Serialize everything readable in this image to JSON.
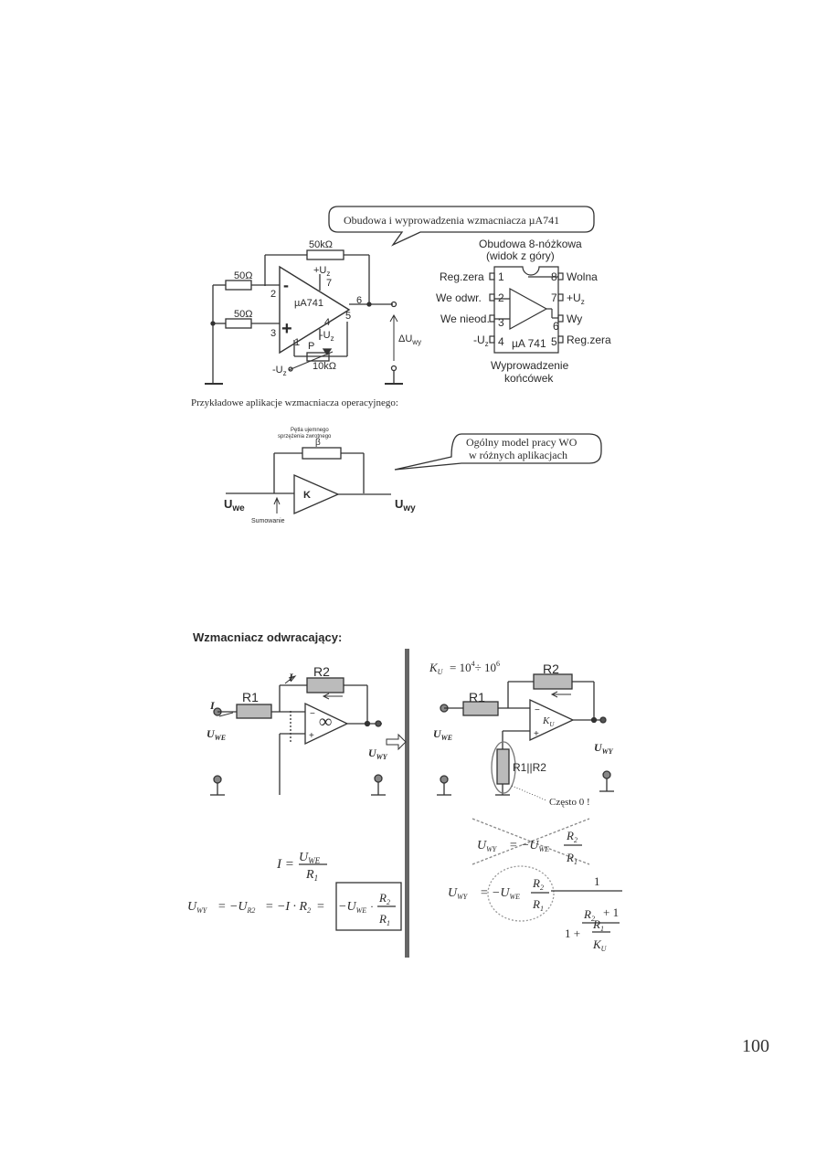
{
  "page_number": "100",
  "fig1": {
    "callout": "Obudowa i wyprowadzenia wzmacniacza µA741",
    "r_feedback": "50kΩ",
    "r_in1": "50Ω",
    "r_in2": "50Ω",
    "opamp": "µA741",
    "minus_sign": "-",
    "plus_sign": "+",
    "pin2": "2",
    "pin3": "3",
    "pin6": "6",
    "pin7": "7",
    "pin4": "4",
    "pin5": "5",
    "pin1": "1",
    "vpos": "+U",
    "vneg": "-U",
    "sub_z": "z",
    "pot": "P",
    "pot_value": "10kΩ",
    "vneg_bottom": "-U",
    "output_v": "ΔU",
    "output_sub": "wy",
    "pkg_title1": "Obudowa 8-nóżkowa",
    "pkg_title2": "(widok z góry)",
    "pkg_left": [
      "Reg.zera",
      "We odwr.",
      "We nieod.",
      "-U"
    ],
    "pkg_left_pins": [
      "1",
      "2",
      "3",
      "4"
    ],
    "pkg_right": [
      "Wolna",
      "+U",
      "Wy",
      "Reg.zera"
    ],
    "pkg_right_pins": [
      "8",
      "7",
      "6",
      "5"
    ],
    "pkg_name": "µA 741",
    "pkg_caption1": "Wyprowadzenie",
    "pkg_caption2": "końcówek"
  },
  "section1_title": "Przykładowe aplikacje wzmacniacza operacyjnego:",
  "fig2": {
    "loop_label1": "Pętla ujemnego",
    "loop_label2": "sprzężenia zwrotnego",
    "beta": "β",
    "k": "K",
    "uwe": "U",
    "uwe_sub": "we",
    "uwy": "U",
    "uwy_sub": "wy",
    "sum_label": "Sumowanie",
    "callout1": "Ogólny model pracy WO",
    "callout2": "w różnych aplikacjach"
  },
  "section2_title": "Wzmacniacz odwracający:",
  "fig3": {
    "i_label": "I",
    "r1": "R1",
    "r2": "R2",
    "infinity": "∞",
    "uwe": "U",
    "uwe_sub": "WE",
    "uwy": "U",
    "uwy_sub": "WY",
    "eq1_lhs": "I =",
    "eq1_num": "U",
    "eq1_num_sub": "WE",
    "eq1_den": "R",
    "eq1_den_sub": "1",
    "eq2": "U",
    "eq2_sub": "WY",
    "eq2_mid": "= −U",
    "eq2_mid_sub": "R2",
    "eq2_mid2": "= −I · R",
    "eq2_mid2_sub": "2",
    "eq2_box": "−U",
    "eq2_box_sub": "WE",
    "eq2_frac_num": "R",
    "eq2_frac_num_sub": "2",
    "eq2_frac_den": "R",
    "eq2_frac_den_sub": "1"
  },
  "fig4": {
    "ku": "K",
    "ku_sub": "U",
    "ku_range": "= 10",
    "ku_exp1": "4",
    "ku_div": "÷ 10",
    "ku_exp2": "6",
    "r1": "R1",
    "r2": "R2",
    "r_parallel": "R1||R2",
    "note": "Często 0 !",
    "uwe": "U",
    "uwe_sub": "WE",
    "uwy": "U",
    "uwy_sub": "WY",
    "opamp_ku": "K",
    "opamp_ku_sub": "U",
    "eq_uwy": "U",
    "eq_uwy_sub": "WY",
    "eq_eq": "= −U",
    "eq_uwe_sub": "WE",
    "one": "1",
    "plus_one": "+ 1",
    "one_plus": "1 +",
    "r2n": "R",
    "r2n_sub": "2",
    "r1d": "R",
    "r1d_sub": "1",
    "ku_d": "K",
    "ku_d_sub": "U"
  }
}
